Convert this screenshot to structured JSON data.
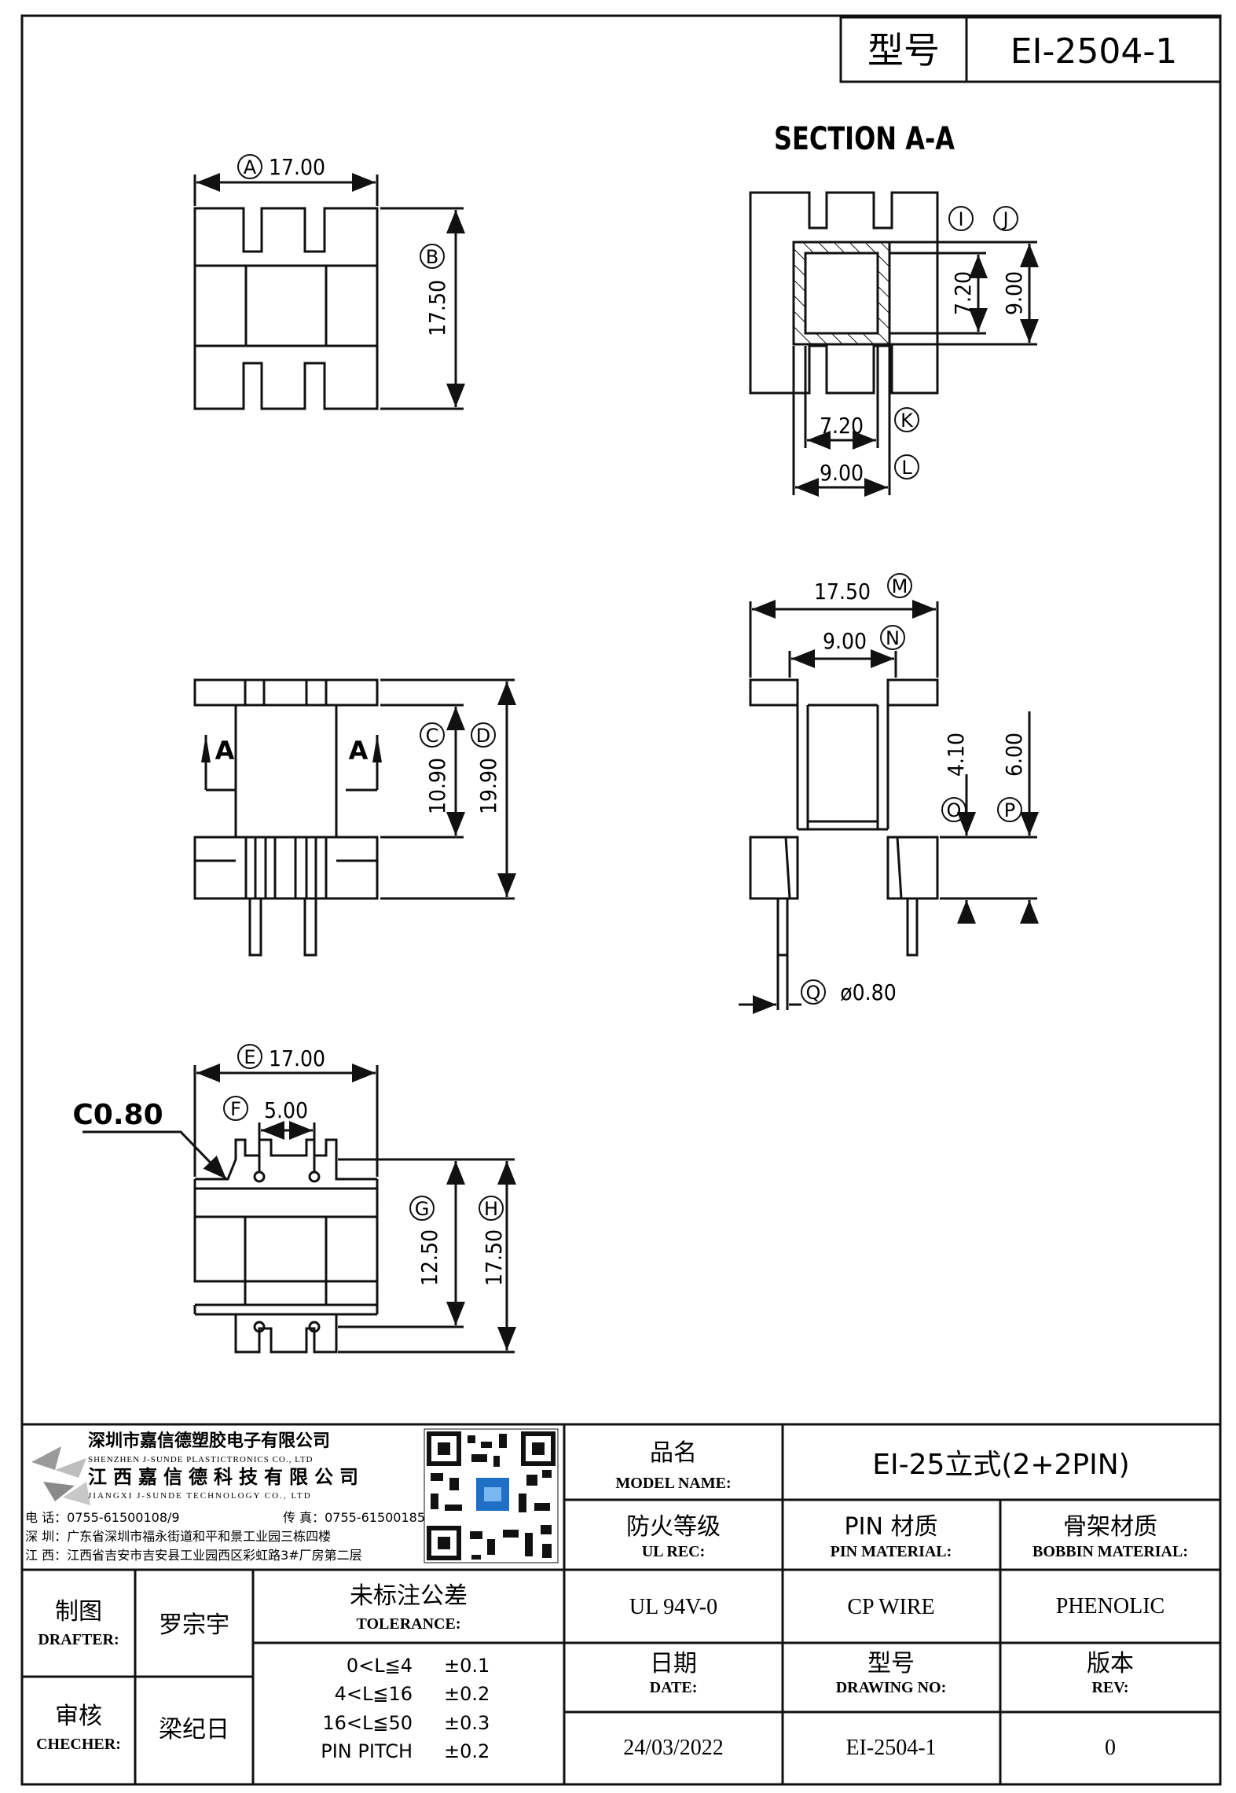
{
  "header": {
    "model_label": "型号",
    "model_value": "EI-2504-1"
  },
  "section_title": "SECTION A-A",
  "callout_letters": [
    "A",
    "B",
    "C",
    "D",
    "E",
    "F",
    "G",
    "H",
    "I",
    "J",
    "K",
    "L",
    "M",
    "N",
    "O",
    "P",
    "Q"
  ],
  "views": {
    "top": {
      "width": "17.00",
      "height": "17.50"
    },
    "section": {
      "inner_h": "7.20",
      "outer_h": "9.00",
      "inner_w": "7.20",
      "outer_w": "9.00"
    },
    "front": {
      "h1": "10.90",
      "h2": "19.90",
      "section_mark": "A"
    },
    "side": {
      "width": "17.50",
      "core": "9.00",
      "h1": "4.10",
      "h2": "6.00",
      "pin": "ø0.80"
    },
    "bottom": {
      "width": "17.00",
      "pitch": "5.00",
      "chamfer": "C0.80",
      "h1": "12.50",
      "h2": "17.50"
    }
  },
  "company": {
    "name_cn": "深圳市嘉信德塑胶电子有限公司",
    "name_en": "SHENZHEN J-SUNDE PLASTICTRONICS CO., LTD",
    "name2_cn": "江西嘉信德科技有限公司",
    "name2_en": "JIANGXI J-SUNDE TECHNOLOGY CO., LTD",
    "phone": "电 话：0755-61500108/9",
    "fax": "传 真：0755-61500185",
    "addr_sz": "深 圳：广东省深圳市福永街道和平和景工业园三栋四楼",
    "addr_jx": "江 西：江西省吉安市吉安县工业园西区彩虹路3#厂房第二层"
  },
  "title_block": {
    "model_name_cn": "品名",
    "model_name_en": "MODEL NAME:",
    "model_name_value": "EI-25立式(2+2PIN)",
    "ul_cn": "防火等级",
    "ul_en": "UL REC:",
    "ul_value": "UL 94V-0",
    "pin_cn": "PIN 材质",
    "pin_en": "PIN MATERIAL:",
    "pin_value": "CP WIRE",
    "bobbin_cn": "骨架材质",
    "bobbin_en": "BOBBIN MATERIAL:",
    "bobbin_value": "PHENOLIC",
    "drafter_cn": "制图",
    "drafter_en": "DRAFTER:",
    "drafter_value": "罗宗宇",
    "checker_cn": "审核",
    "checker_en": "CHECHER:",
    "checker_value": "梁纪日",
    "tol_cn": "未标注公差",
    "tol_en": "TOLERANCE:",
    "tolerances": [
      {
        "range": "0<L≦4",
        "value": "±0.1"
      },
      {
        "range": "4<L≦16",
        "value": "±0.2"
      },
      {
        "range": "16<L≦50",
        "value": "±0.3"
      },
      {
        "range": "PIN PITCH",
        "value": "±0.2"
      }
    ],
    "date_cn": "日期",
    "date_en": "DATE:",
    "date_value": "24/03/2022",
    "dwg_cn": "型号",
    "dwg_en": "DRAWING NO:",
    "dwg_value": "EI-2504-1",
    "rev_cn": "版本",
    "rev_en": "REV:",
    "rev_value": "0"
  }
}
